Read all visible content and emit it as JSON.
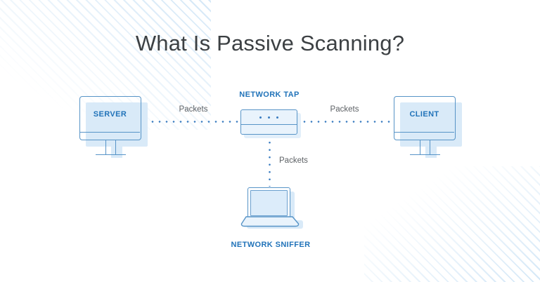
{
  "title": "What Is Passive Scanning?",
  "diagram": {
    "server": {
      "label": "SERVER"
    },
    "client": {
      "label": "CLIENT"
    },
    "network_tap": {
      "label": "NETWORK TAP"
    },
    "network_sniffer": {
      "label": "NETWORK SNIFFER"
    },
    "links": {
      "server_to_tap": {
        "label": "Packets"
      },
      "tap_to_client": {
        "label": "Packets"
      },
      "tap_to_sniffer": {
        "label": "Packets"
      }
    }
  },
  "icons": {
    "server": "desktop-monitor-icon",
    "client": "desktop-monitor-icon",
    "network_tap": "tap-device-icon",
    "network_sniffer": "laptop-icon"
  },
  "colors": {
    "accent_blue": "#2173b9",
    "outline_blue": "#5794c7",
    "fill_light_blue": "#d9eaf8",
    "dot_blue": "#3a7cc0",
    "label_gray": "#5d6165",
    "title_gray": "#3c4043",
    "stripe_blue": "#d9e9f7"
  }
}
